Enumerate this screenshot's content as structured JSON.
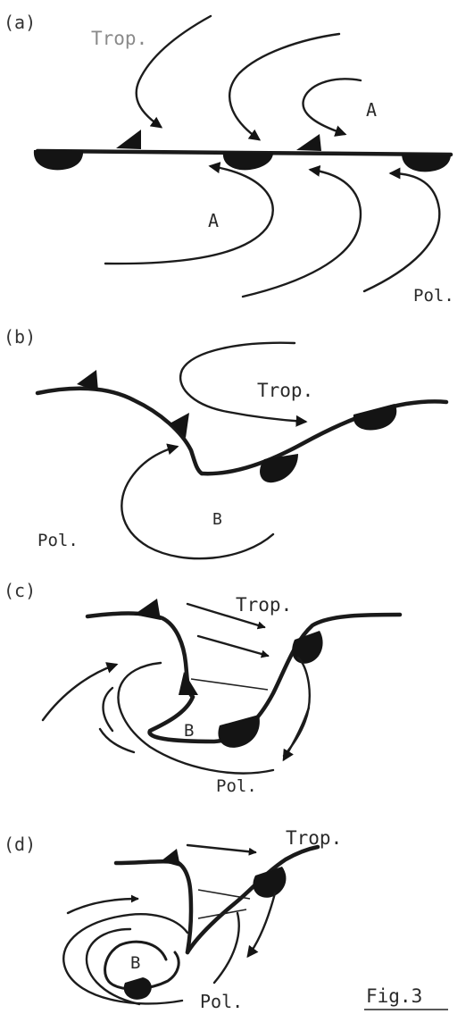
{
  "panels": [
    {
      "id": "a",
      "label": "(a)",
      "labels": {
        "trop": "Trop.",
        "pol": "Pol.",
        "air_a1": "A",
        "air_a2": "A"
      }
    },
    {
      "id": "b",
      "label": "(b)",
      "labels": {
        "trop": "Trop.",
        "pol": "Pol.",
        "center": "B"
      }
    },
    {
      "id": "c",
      "label": "(c)",
      "labels": {
        "trop": "Trop.",
        "pol": "Pol.",
        "center": "B"
      }
    },
    {
      "id": "d",
      "label": "(d)",
      "labels": {
        "trop": "Trop.",
        "pol": "Pol.",
        "center": "B"
      }
    }
  ],
  "figure_label": "Fig.3",
  "colors": {
    "ink": "#1a1a1a",
    "background": "#ffffff"
  }
}
